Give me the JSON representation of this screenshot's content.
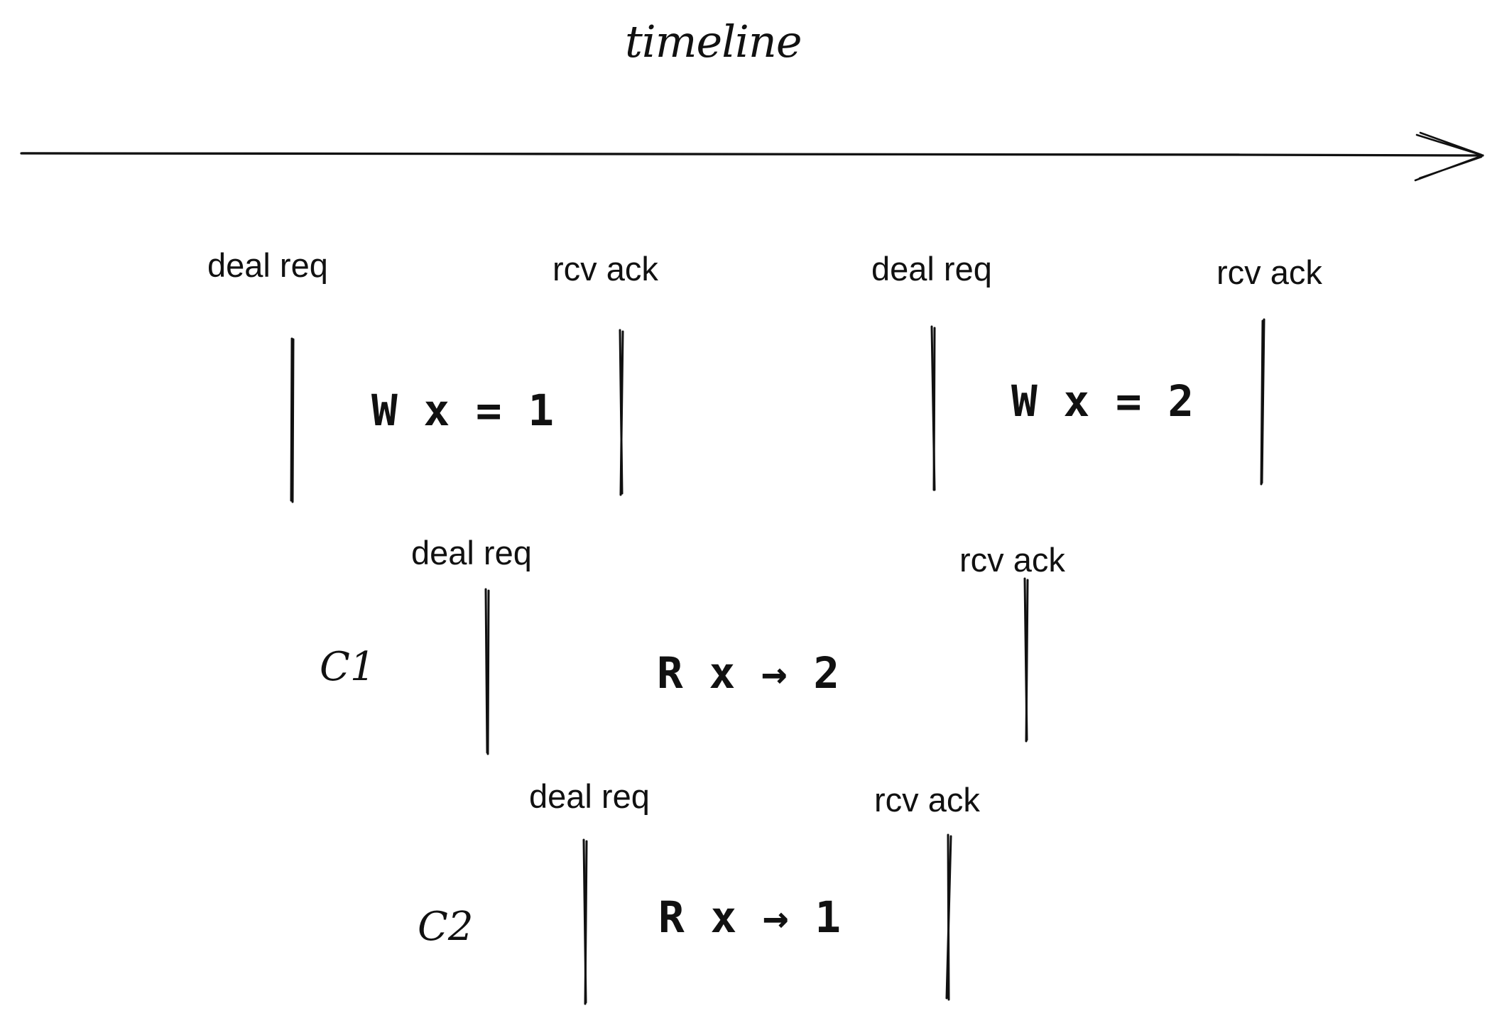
{
  "title": "timeline",
  "rows": [
    {
      "client": "",
      "operations": [
        {
          "op": "W x = 1",
          "start_label": "deal req",
          "end_label": "rcv ack"
        },
        {
          "op": "W x = 2",
          "start_label": "deal req",
          "end_label": "rcv ack"
        }
      ]
    },
    {
      "client": "C1",
      "operations": [
        {
          "op": "R x → 2",
          "start_label": "deal req",
          "end_label": "rcv ack"
        }
      ]
    },
    {
      "client": "C2",
      "operations": [
        {
          "op": "R x → 1",
          "start_label": "deal req",
          "end_label": "rcv ack"
        }
      ]
    }
  ],
  "colors": {
    "ink": "#111111",
    "background": "#ffffff"
  }
}
